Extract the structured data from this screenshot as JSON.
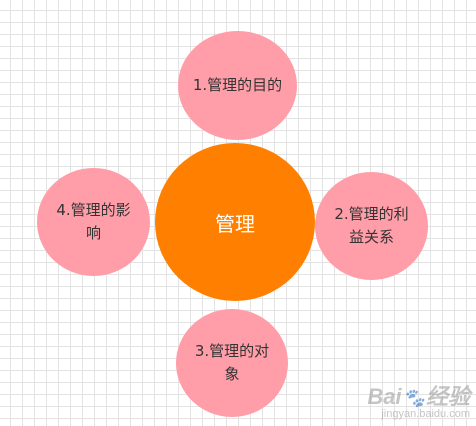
{
  "diagram": {
    "center": {
      "label": "管理"
    },
    "nodes": [
      {
        "label": "1.管理的目的"
      },
      {
        "label": "2.管理的利益关系"
      },
      {
        "label": "3.管理的对象"
      },
      {
        "label": "4.管理的影响"
      }
    ],
    "colors": {
      "center": "#ff7f00",
      "satellite": "#ff9ea8",
      "grid": "#e3e3e3"
    }
  },
  "watermark": {
    "brand_left": "Bai",
    "brand_right": "经验",
    "url": "jingyan.baidu.com"
  }
}
